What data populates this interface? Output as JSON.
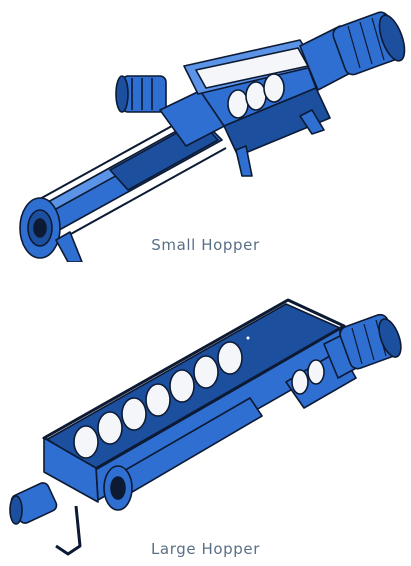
{
  "figures": [
    {
      "caption": "Small Hopper",
      "illustration": "small-hopper-pump-illustration"
    },
    {
      "caption": "Large Hopper",
      "illustration": "large-hopper-pump-illustration"
    }
  ],
  "colors": {
    "pump_blue": "#2f6fd1",
    "pump_blue_dark": "#1d4f9f",
    "pump_blue_light": "#5b93e6",
    "outline": "#0c1a33",
    "auger_white": "#f4f6fa",
    "caption_text": "#5a6f86"
  }
}
